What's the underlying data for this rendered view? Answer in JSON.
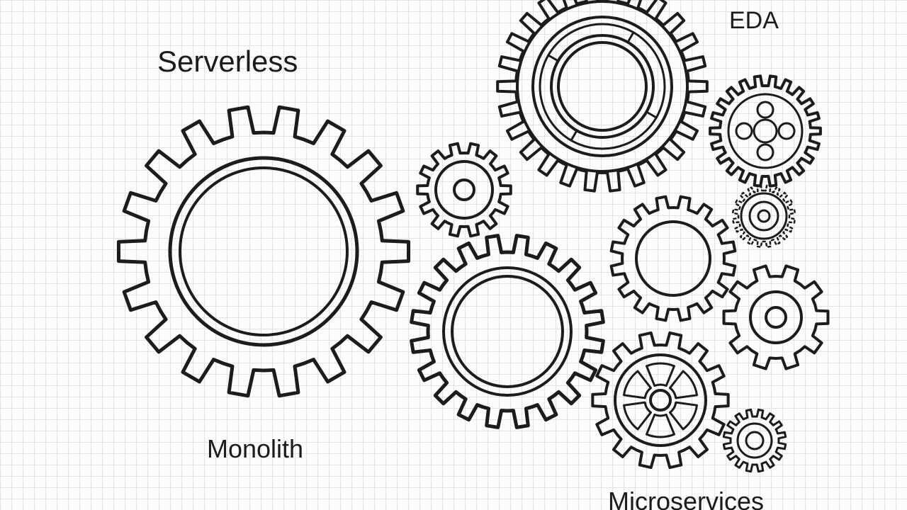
{
  "labels": {
    "serverless": "Serverless",
    "eda": "EDA",
    "monolith": "Monolith",
    "microservices": "Microservices"
  },
  "colors": {
    "ink": "#1c1c1c",
    "paper": "#fcfcfc",
    "grid": "#e3e3e3"
  },
  "icons": [
    "large-gear-icon",
    "medium-gear-icon",
    "small-gear-icon",
    "spoked-gear-icon",
    "ornate-gear-icon"
  ]
}
